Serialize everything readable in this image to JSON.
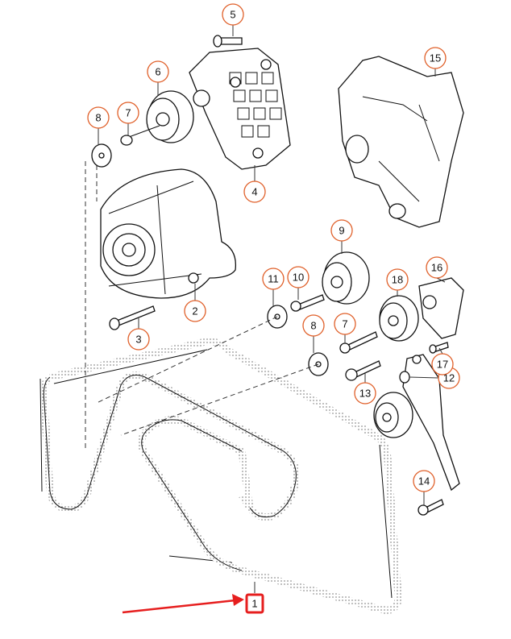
{
  "diagram": {
    "colors": {
      "callout_outline": "#e0602a",
      "highlight": "#e61e1e",
      "line": "#111111"
    },
    "callouts": [
      {
        "id": "c1",
        "label": "1",
        "highlighted": true
      },
      {
        "id": "c2",
        "label": "2"
      },
      {
        "id": "c3",
        "label": "3"
      },
      {
        "id": "c4",
        "label": "4"
      },
      {
        "id": "c5",
        "label": "5"
      },
      {
        "id": "c6",
        "label": "6"
      },
      {
        "id": "c7a",
        "label": "7"
      },
      {
        "id": "c7b",
        "label": "7"
      },
      {
        "id": "c8a",
        "label": "8"
      },
      {
        "id": "c8b",
        "label": "8"
      },
      {
        "id": "c9",
        "label": "9"
      },
      {
        "id": "c10",
        "label": "10"
      },
      {
        "id": "c11",
        "label": "11"
      },
      {
        "id": "c12",
        "label": "12"
      },
      {
        "id": "c13",
        "label": "13"
      },
      {
        "id": "c14",
        "label": "14"
      },
      {
        "id": "c15",
        "label": "15"
      },
      {
        "id": "c16",
        "label": "16"
      },
      {
        "id": "c17",
        "label": "17"
      },
      {
        "id": "c18",
        "label": "18"
      }
    ],
    "pointer_arrow": {
      "color": "#e61e1e",
      "target": "1"
    }
  }
}
